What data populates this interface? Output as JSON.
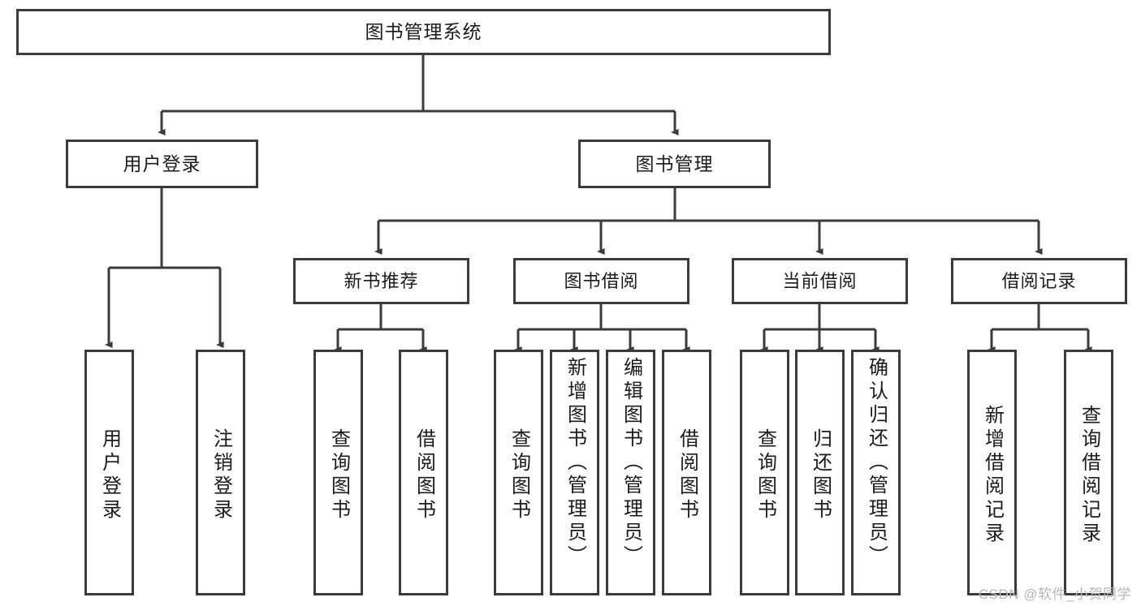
{
  "diagram": {
    "title": "图书管理系统",
    "watermark": "CSDN @软件_小贺同学",
    "line_color": "#3b3b3b",
    "box_fill": "#ffffff",
    "text_color": "#1b1b1b",
    "watermark_color": "#b6b6b6"
  },
  "nodes": {
    "root": {
      "label": "图书管理系统"
    },
    "level1": [
      {
        "label": "用户登录"
      },
      {
        "label": "图书管理"
      }
    ],
    "level2": [
      {
        "label": "新书推荐"
      },
      {
        "label": "图书借阅"
      },
      {
        "label": "当前借阅"
      },
      {
        "label": "借阅记录"
      }
    ],
    "leaves": {
      "user_login": [
        {
          "label": "用户登录"
        },
        {
          "label": "注销登录"
        }
      ],
      "new_book": [
        {
          "label": "查询图书"
        },
        {
          "label": "借阅图书"
        }
      ],
      "book_borrow": [
        {
          "label": "查询图书"
        },
        {
          "label": "新增图书（管理员）"
        },
        {
          "label": "编辑图书（管理员）"
        },
        {
          "label": "借阅图书"
        }
      ],
      "current_borrow": [
        {
          "label": "查询图书"
        },
        {
          "label": "归还图书"
        },
        {
          "label": "确认归还（管理员）"
        }
      ],
      "borrow_record": [
        {
          "label": "新增借阅记录"
        },
        {
          "label": "查询借阅记录"
        }
      ]
    }
  }
}
